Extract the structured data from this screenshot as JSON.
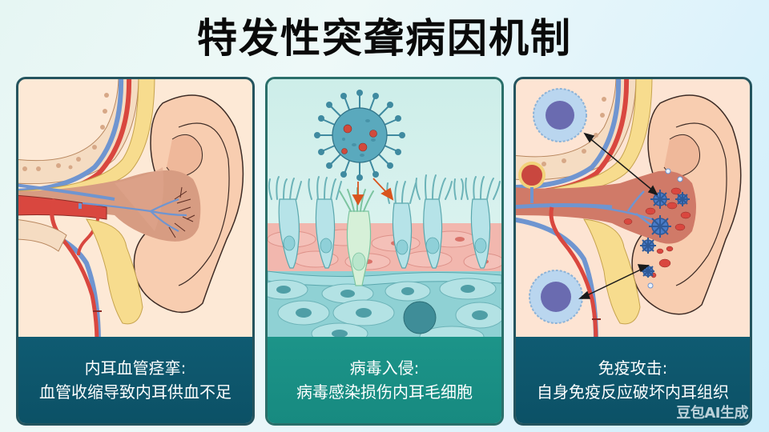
{
  "title": "特发性突聋病因机制",
  "panels": [
    {
      "id": "vascular-spasm",
      "illustration": "ear cross-section with constricted blood vessels supplying inner ear",
      "caption_title": "内耳血管痉挛:",
      "caption_text": "血管收缩导致内耳供血不足",
      "caption_bg": "#0f5b72"
    },
    {
      "id": "viral-invasion",
      "illustration": "virus particle with arrows attacking inner ear hair cells",
      "caption_title": "病毒入侵:",
      "caption_text": "病毒感染损伤内耳毛细胞",
      "caption_bg": "#1c9489"
    },
    {
      "id": "immune-attack",
      "illustration": "immune cells with arrows pointing to damaged inner ear tissue",
      "caption_title": "免疫攻击:",
      "caption_text": "自身免疫反应破坏内耳组织",
      "caption_bg": "#0f5b72"
    }
  ],
  "watermark": "豆包AI生成",
  "colors": {
    "title": "#0a0a0a",
    "panel_border": "#24545e",
    "artery": "#d9473f",
    "vein": "#6f95d0",
    "virus": "#3f93a8",
    "arrow_red": "#d9541e"
  }
}
